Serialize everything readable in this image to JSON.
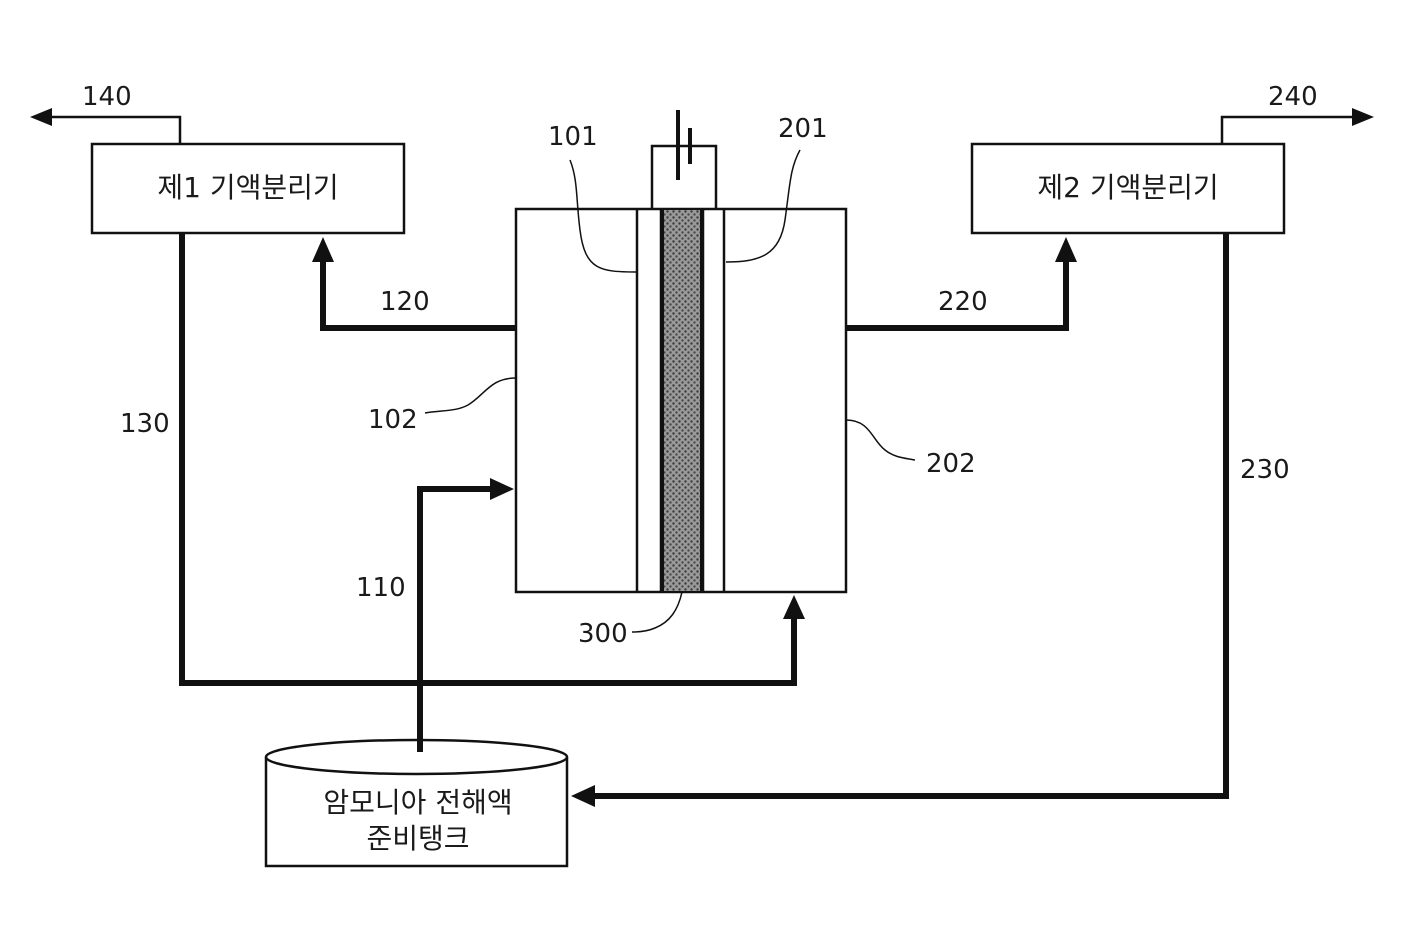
{
  "separator1": {
    "label": "제1 기액분리기"
  },
  "separator2": {
    "label": "제2 기액분리기"
  },
  "tank": {
    "line1": "암모니아 전해액",
    "line2": "준비탱크"
  },
  "refs": {
    "r101": "101",
    "r102": "102",
    "r110": "110",
    "r120": "120",
    "r130": "130",
    "r140": "140",
    "r201": "201",
    "r202": "202",
    "r220": "220",
    "r230": "230",
    "r240": "240",
    "r300": "300"
  }
}
